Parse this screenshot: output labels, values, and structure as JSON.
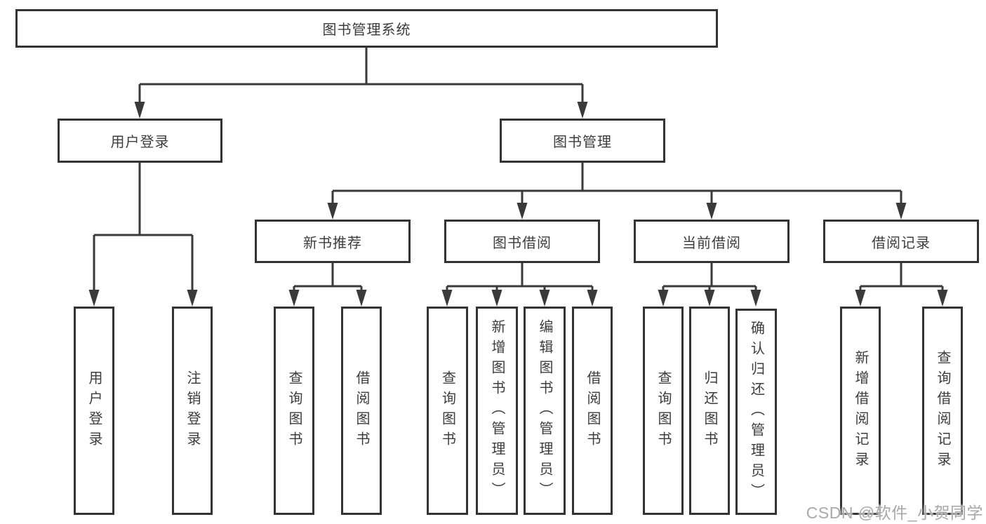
{
  "tree": {
    "root": {
      "label": "图书管理系统"
    },
    "branches": [
      {
        "label": "用户登录",
        "children": [
          {
            "label": "用户登录"
          },
          {
            "label": "注销登录"
          }
        ]
      },
      {
        "label": "图书管理",
        "children": [
          {
            "label": "新书推荐",
            "children": [
              {
                "label": "查询图书"
              },
              {
                "label": "借阅图书"
              }
            ]
          },
          {
            "label": "图书借阅",
            "children": [
              {
                "label": "查询图书"
              },
              {
                "label": "新增图书（管理员）"
              },
              {
                "label": "编辑图书（管理员）"
              },
              {
                "label": "借阅图书"
              }
            ]
          },
          {
            "label": "当前借阅",
            "children": [
              {
                "label": "查询图书"
              },
              {
                "label": "归还图书"
              },
              {
                "label": "确认归还（管理员）"
              }
            ]
          },
          {
            "label": "借阅记录",
            "children": [
              {
                "label": "新增借阅记录"
              },
              {
                "label": "查询借阅记录"
              }
            ]
          }
        ]
      }
    ]
  },
  "watermark": "CSDN @软件_小贺同学",
  "colors": {
    "line": "#3a3a3a",
    "box_border": "#333333",
    "text": "#3c3c3c",
    "watermark": "#a9a9a9",
    "background": "#ffffff"
  }
}
